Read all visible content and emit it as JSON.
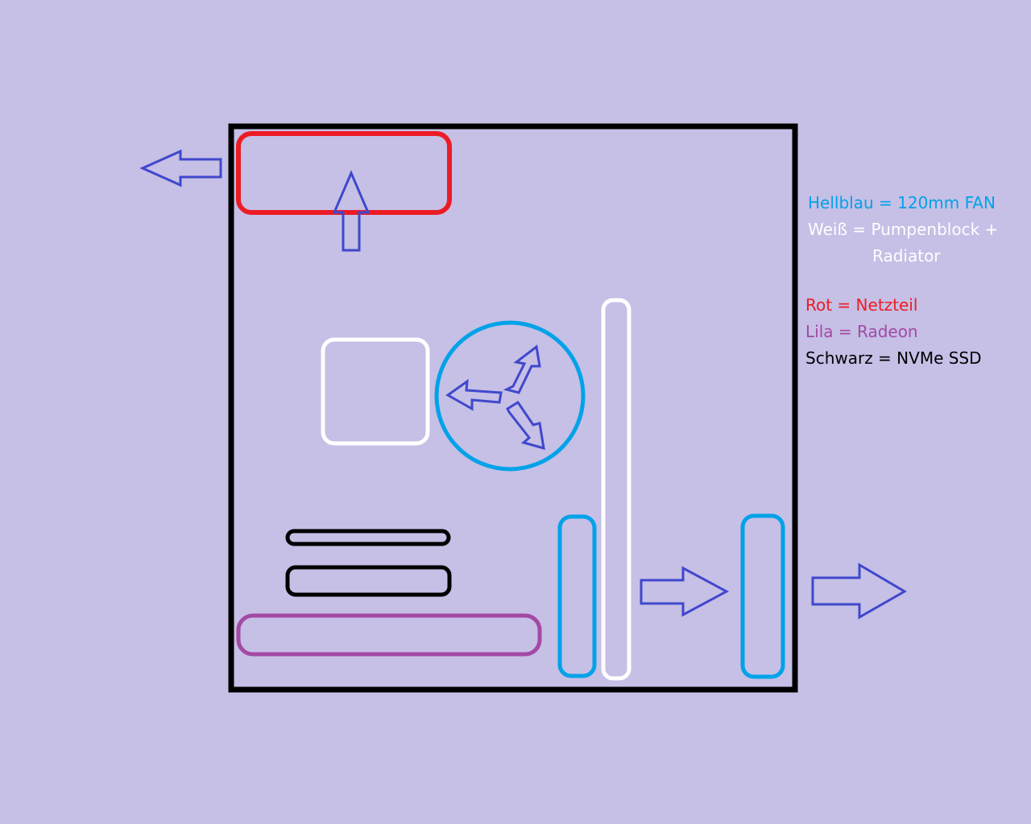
{
  "colors": {
    "background": "#C6BFE6",
    "case_outline": "#000000",
    "fan": "#00A2E8",
    "pump_radiator": "#FFFFFF",
    "psu": "#ED1C24",
    "gpu": "#A349A4",
    "nvme": "#000000",
    "airflow_arrow": "#3F48CC"
  },
  "legend": {
    "fan": "Hellblau = 120mm FAN",
    "pump_line1": "Weiß = Pumpenblock +",
    "pump_line2": "Radiator",
    "psu": "Rot = Netzteil",
    "gpu": "Lila = Radeon",
    "nvme": "Schwarz = NVMe SSD"
  },
  "diagram": {
    "title": "",
    "components": [
      {
        "id": "case",
        "label": "PC case",
        "color": "case_outline"
      },
      {
        "id": "psu",
        "label": "Netzteil",
        "color": "psu"
      },
      {
        "id": "pump-block",
        "label": "Pumpenblock",
        "color": "pump_radiator"
      },
      {
        "id": "radiator",
        "label": "Radiator",
        "color": "pump_radiator"
      },
      {
        "id": "cpu-fan",
        "label": "120mm FAN",
        "color": "fan"
      },
      {
        "id": "front-fan-inner",
        "label": "120mm FAN",
        "color": "fan"
      },
      {
        "id": "rear-fan",
        "label": "120mm FAN",
        "color": "fan"
      },
      {
        "id": "gpu",
        "label": "Radeon",
        "color": "gpu"
      },
      {
        "id": "nvme-1",
        "label": "NVMe SSD",
        "color": "nvme"
      },
      {
        "id": "nvme-2",
        "label": "NVMe SSD",
        "color": "nvme"
      }
    ],
    "airflow": [
      {
        "id": "psu-intake",
        "direction": "up"
      },
      {
        "id": "psu-exhaust",
        "direction": "left"
      },
      {
        "id": "radiator-to-fan",
        "direction": "right"
      },
      {
        "id": "case-exhaust-right",
        "direction": "right"
      },
      {
        "id": "fan-blades",
        "direction": "radial"
      }
    ]
  }
}
